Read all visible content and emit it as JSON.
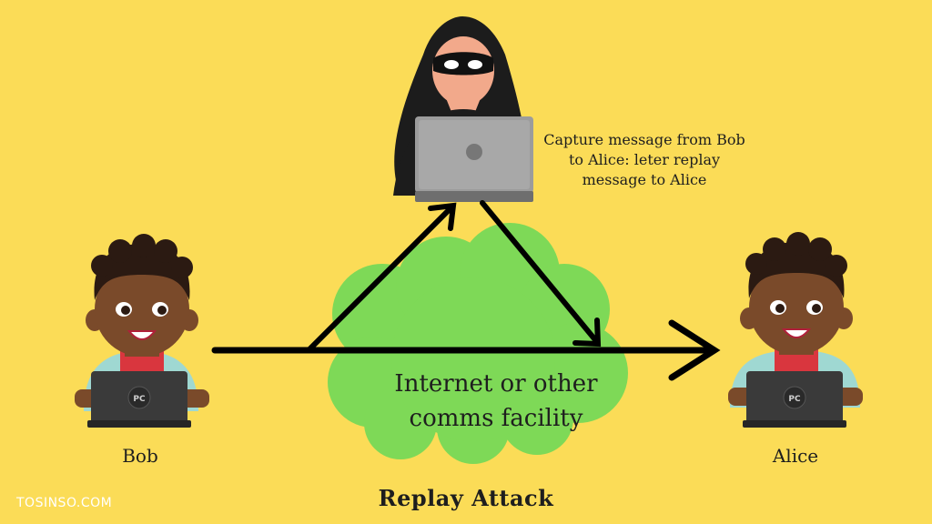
{
  "diagram": {
    "title": "Replay Attack",
    "attacker_caption": "Capture message from Bob to Alice: leter replay message to Alice",
    "medium_label": "Internet or other comms facility",
    "sender_name": "Bob",
    "receiver_name": "Alice",
    "laptop_badge": "PC",
    "watermark": "TOSINSO.COM"
  },
  "colors": {
    "background": "#fbdc57",
    "cloud": "#7ed957",
    "arrow": "#000000",
    "skin": "#7a4a2a",
    "hair": "#2b1a12",
    "hood": "#1c1c1c",
    "laptop": "#9c9c9c",
    "dark_laptop": "#3a3a3a"
  },
  "icons": [
    "hacker-icon",
    "boy-bob-icon",
    "boy-alice-icon",
    "cloud-icon",
    "laptop-icon"
  ]
}
